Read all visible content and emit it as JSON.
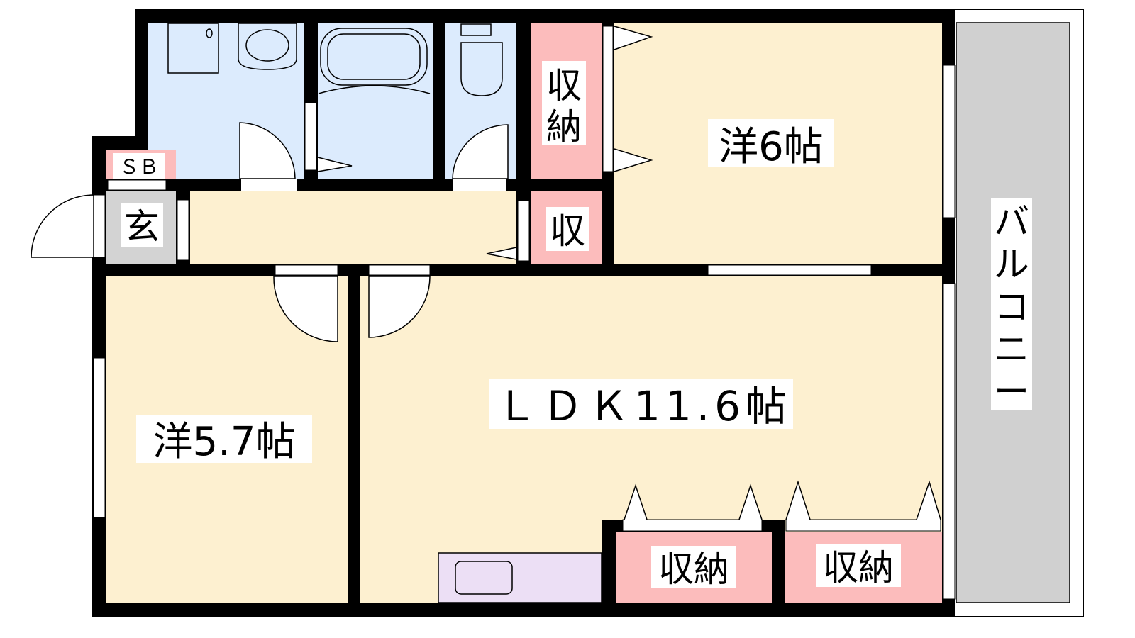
{
  "rooms": {
    "western_6": "洋6帖",
    "western_5_7": "洋5.7帖",
    "ldk": "ＬＤＫ11.6帖",
    "entrance": "玄",
    "shoe_box": "ＳＢ",
    "storage_top_1": "収",
    "storage_top_2": "納",
    "storage_small": "収",
    "storage_bottom_left": "収納",
    "storage_bottom_right": "収納",
    "balcony": [
      "バ",
      "ル",
      "コ",
      "ニ",
      "ー"
    ]
  },
  "colors": {
    "wall": "#000000",
    "living": "#fdf0d0",
    "wet_area": "#dcebfd",
    "storage": "#fcbcbc",
    "entrance": "#d3d3d3",
    "balcony": "#d0d0d0",
    "kitchen": "#ecdff5"
  }
}
